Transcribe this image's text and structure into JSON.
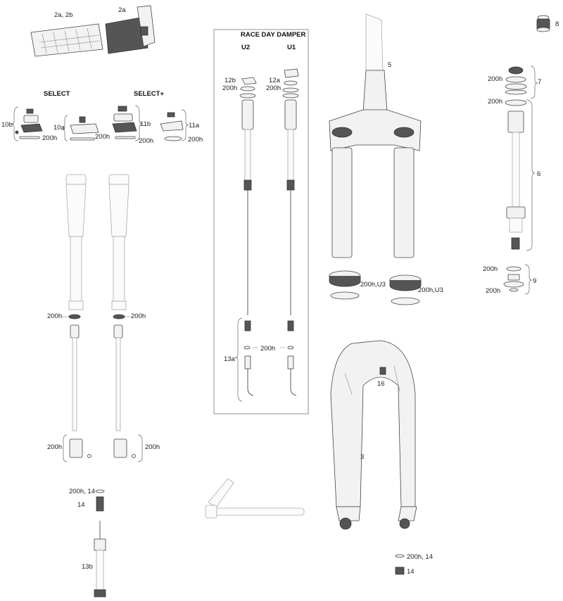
{
  "groups": {
    "select": "SELECT",
    "select_plus": "SELECT+",
    "race_day_damper": "RACE DAY DAMPER",
    "u2": "U2",
    "u1": "U1"
  },
  "callouts": {
    "c_2a_2b": "2a, 2b",
    "c_2a": "2a",
    "c_8": "8",
    "c_5": "5",
    "c_7": "7",
    "c_200h_7": "200h",
    "c_200h_6": "200h",
    "c_6": "6",
    "c_10b": "10b",
    "c_200h_10b": "200h",
    "c_10a": "10a",
    "c_200h_10a": "200h",
    "c_11b": "11b",
    "c_200h_11b": "200h",
    "c_11a": "11a",
    "c_200h_11a": "200h",
    "c_12b": "12b",
    "c_200h_12b": "200h",
    "c_12a": "12a",
    "c_200h_12a": "200h",
    "c_200h_u3_left": "200h,U3",
    "c_200h_u3_right": "200h,U3",
    "c_200h_9a": "200h",
    "c_9": "9",
    "c_200h_9b": "200h",
    "c_200h_left_a": "200h",
    "c_200h_left_b": "200h",
    "c_200h_13a": "200h",
    "c_13a": "13a",
    "c_16": "16",
    "c_3": "3",
    "c_200h_low_a": "200h",
    "c_200h_low_b": "200h",
    "c_200h_14_top": "200h, 14",
    "c_14_top": "14",
    "c_13b": "13b",
    "c_200h_14_bottom": "200h, 14",
    "c_14_bottom": "14"
  }
}
